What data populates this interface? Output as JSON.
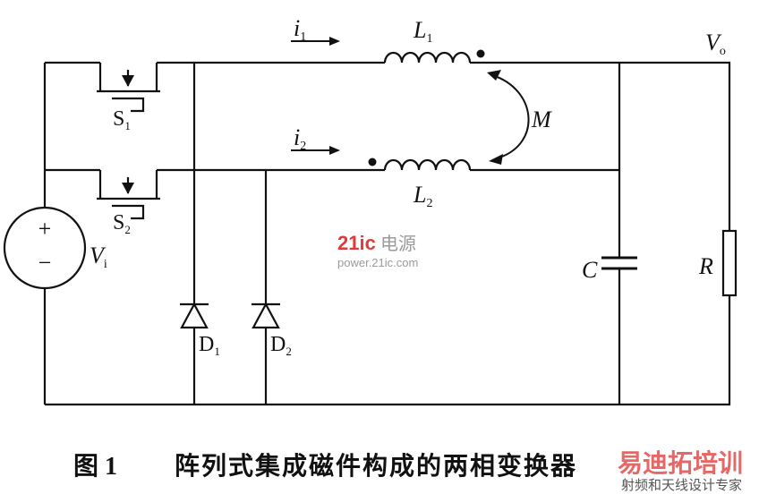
{
  "labels": {
    "i1": "i",
    "i1_sub": "1",
    "i2": "i",
    "i2_sub": "2",
    "L1": "L",
    "L1_sub": "1",
    "L2": "L",
    "L2_sub": "2",
    "M": "M",
    "Vo": "V",
    "Vo_sub": "o",
    "S1": "S",
    "S1_sub": "1",
    "S2": "S",
    "S2_sub": "2",
    "Vi": "V",
    "Vi_sub": "i",
    "C": "C",
    "R": "R",
    "D1": "D",
    "D1_sub": "1",
    "D2": "D",
    "D2_sub": "2",
    "plus": "+",
    "minus": "−"
  },
  "watermark": {
    "brand_num": "21ic",
    "brand_cn": "电源",
    "url": "power.21ic.com",
    "corner_top": "易迪拓培训",
    "corner_bottom": "射频和天线设计专家"
  },
  "caption": {
    "number": "图 1",
    "text": "阵列式集成磁件构成的两相变换器"
  },
  "colors": {
    "line": "#111111",
    "watermark_red": "#e03c3c",
    "watermark_gray": "#9a9a9a"
  }
}
